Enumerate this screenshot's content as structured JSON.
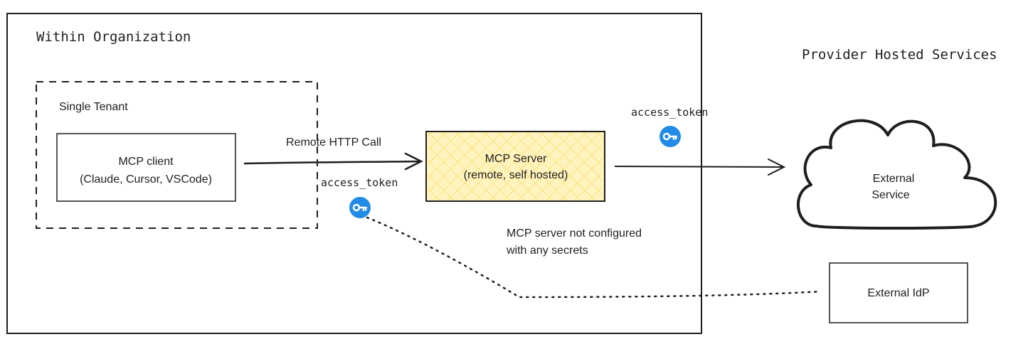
{
  "regions": {
    "organization_title": "Within Organization",
    "provider_title": "Provider Hosted Services",
    "single_tenant_label": "Single Tenant"
  },
  "nodes": {
    "mcp_client": {
      "line1": "MCP client",
      "line2": "(Claude, Cursor, VSCode)"
    },
    "mcp_server": {
      "line1": "MCP Server",
      "line2": "(remote, self hosted)",
      "fill": "#fff3bf",
      "hatch": "#ffd43b"
    },
    "external_service": {
      "line1": "External",
      "line2": "Service"
    },
    "external_idp": {
      "label": "External IdP"
    }
  },
  "edges": {
    "client_to_server": "Remote HTTP Call",
    "token_near_server": "access_token",
    "token_near_service": "access_token",
    "note_line1": "MCP server not configured",
    "note_line2": "with any secrets"
  },
  "colors": {
    "stroke": "#1e1e1e",
    "key_badge": "#228be6"
  },
  "icons": [
    "key-icon",
    "key-icon"
  ]
}
